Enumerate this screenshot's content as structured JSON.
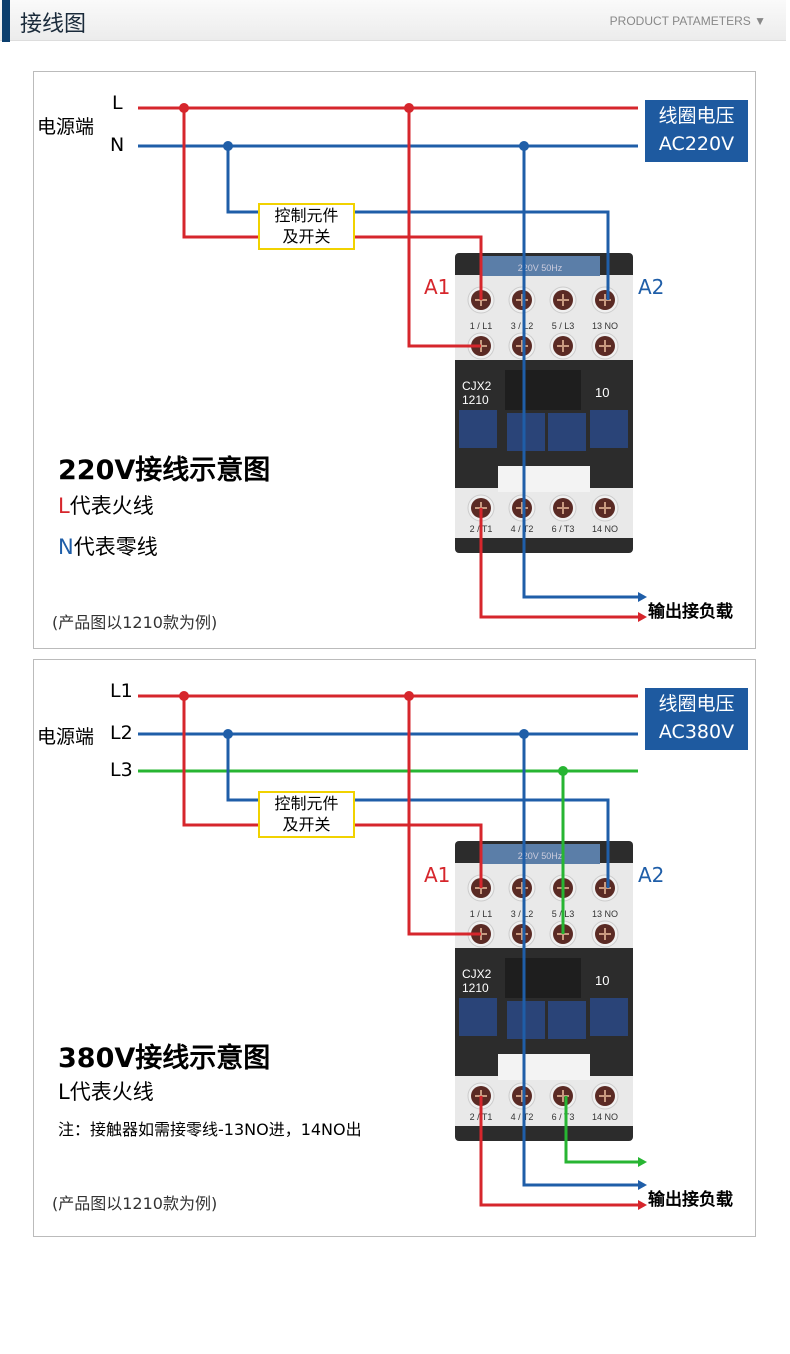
{
  "header": {
    "title": "接线图",
    "subtitle": "PRODUCT PATAMETERS ▼"
  },
  "colors": {
    "red": "#d6262c",
    "blue": "#1f5ea8",
    "green": "#27b532",
    "yellow": "#f1d200",
    "label_bg": "#1e5aa0"
  },
  "contactor": {
    "model": "CJX2",
    "number": "1210",
    "aux": "10",
    "coil_text": "220V 50Hz",
    "top_terminals": [
      "1 / L1",
      "3 / L2",
      "5 / L3",
      "13 NO"
    ],
    "bottom_terminals": [
      "2 / T1",
      "4 / T2",
      "6 / T3",
      "14 NO"
    ]
  },
  "panels": [
    {
      "source_label": "电源端",
      "lines": [
        "L",
        "N"
      ],
      "voltage_title": "线圈电压",
      "voltage": "AC220V",
      "control_box": [
        "控制元件",
        "及开关"
      ],
      "a1": "A1",
      "a2": "A2",
      "output": "输出接负载",
      "title": "220V接线示意图",
      "legend": [
        {
          "letter": "L",
          "text": "代表火线"
        },
        {
          "letter": "N",
          "text": "代表零线"
        }
      ],
      "note": "(产品图以1210款为例)"
    },
    {
      "source_label": "电源端",
      "lines": [
        "L1",
        "L2",
        "L3"
      ],
      "voltage_title": "线圈电压",
      "voltage": "AC380V",
      "control_box": [
        "控制元件",
        "及开关"
      ],
      "a1": "A1",
      "a2": "A2",
      "output": "输出接负载",
      "title": "380V接线示意图",
      "legend_text": "L代表火线",
      "remark": "注：接触器如需接零线-13NO进，14NO出",
      "note": "(产品图以1210款为例)"
    }
  ]
}
